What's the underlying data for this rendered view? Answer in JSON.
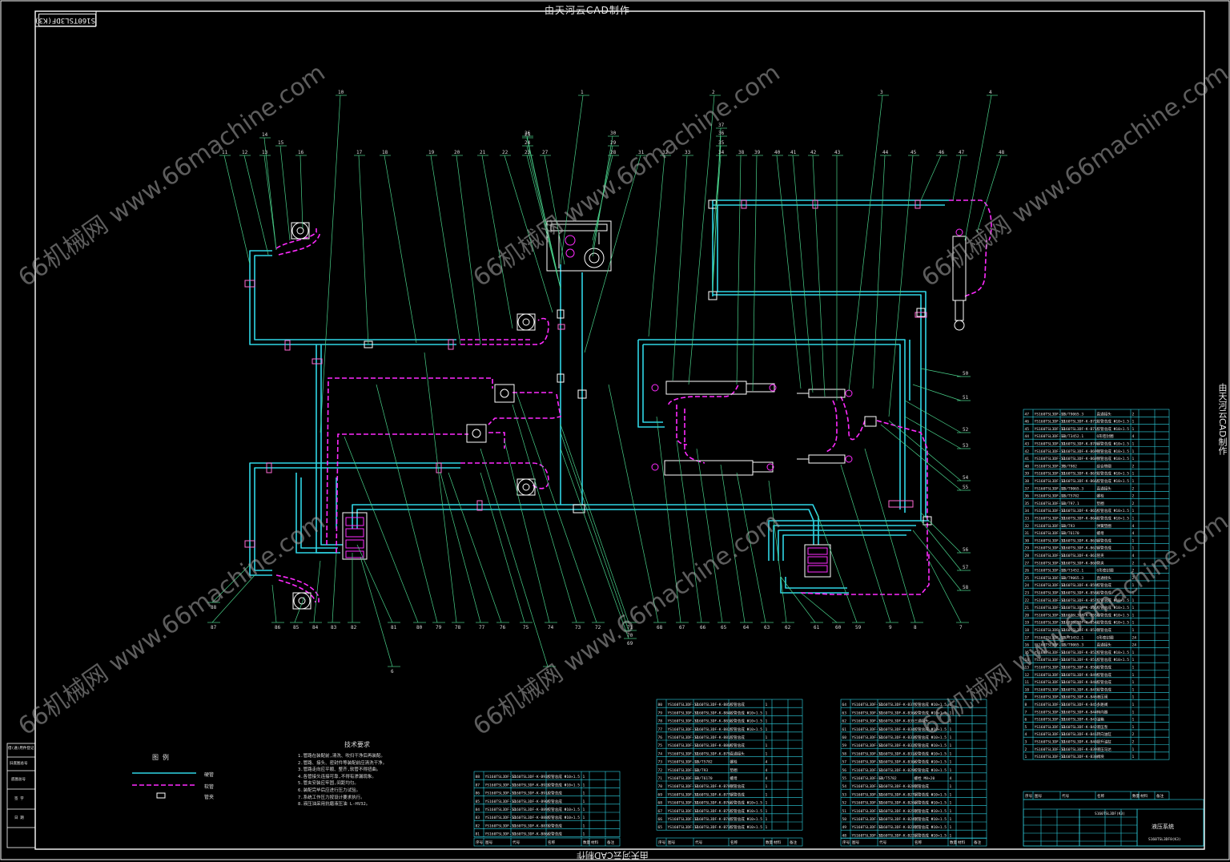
{
  "header": {
    "title_top": "由天河云CAD制作",
    "title_bottom": "由天河云CAD制作",
    "title_side": "由天河云CAD制作",
    "drawing_code_rotated": "S160TSL3DF(K3)"
  },
  "watermarks": [
    "66机械网 www.66machine.com",
    "66机械网 www.66machine.com",
    "66机械网 www.66machine.com",
    "66机械网 www.66machine.com",
    "66机械网 www.66machine.com",
    "66机械网 www.66machine.com"
  ],
  "callouts_top": [
    "10",
    "11",
    "12",
    "13",
    "14",
    "15",
    "16",
    "17",
    "18",
    "19",
    "20",
    "21",
    "22",
    "23",
    "24",
    "25",
    "26",
    "27",
    "1",
    "28",
    "29",
    "30",
    "31",
    "32",
    "33",
    "2",
    "34",
    "35",
    "36",
    "37",
    "38",
    "39",
    "40",
    "41",
    "42",
    "43",
    "3",
    "44",
    "45",
    "46",
    "47",
    "48",
    "4"
  ],
  "callouts_bottom": [
    "88",
    "87",
    "86",
    "85",
    "84",
    "83",
    "82",
    "81",
    "80",
    "79",
    "78",
    "77",
    "76",
    "75",
    "74",
    "73",
    "72",
    "71",
    "70",
    "69",
    "68",
    "67",
    "66",
    "65",
    "64",
    "63",
    "62",
    "61",
    "60",
    "59",
    "9",
    "8",
    "7",
    "6",
    "5"
  ],
  "callouts_right": [
    "50",
    "51",
    "52",
    "53",
    "54",
    "55",
    "56",
    "57",
    "58"
  ],
  "legend": {
    "title": "图 例",
    "items": [
      "硬管",
      "软管",
      "管夹"
    ]
  },
  "technical_requirements": {
    "title": "技术要求",
    "lines": [
      "1.管路在装配前,清洗、吹扫干净后再装配。",
      "2.管路、接头、密封件等装配前应清洗干净。",
      "3.管路走向应平顺、整齐,软管不得扭曲。",
      "4.各管接头连接可靠,不得有渗漏现象。",
      "5.管夹安装应牢固,间距均匀。",
      "6.装配完毕后应进行压力试验。",
      "7.系统工作压力按设计要求执行。",
      "8.液压油采用抗磨液压油 L-HV32。"
    ]
  },
  "title_block": {
    "drawing_name": "液压系统",
    "drawing_no": "S160TSL3DF(K3)",
    "company": "S160TSL3DF8(K3)"
  },
  "parts_table_headers": [
    "序号",
    "图号",
    "代号",
    "名称",
    "数量",
    "材料",
    "备注"
  ],
  "parts_right_table": [
    [
      "47",
      "YS160TSL3DF-11",
      "GB/T9065.3",
      "直通接头",
      "2"
    ],
    [
      "46",
      "YS160TSL3DF-11",
      "S160TSL3DF-K-B72",
      "胶管总成 Φ10×1.5",
      "1"
    ],
    [
      "45",
      "YS160TSL3DF-11",
      "S160TSL3DF-K-B71",
      "胶管总成 Φ10×1.5",
      "1"
    ],
    [
      "44",
      "YS160TSL3DF-11",
      "GB/T3452.1",
      "O形密封圈",
      "4"
    ],
    [
      "43",
      "YS160TSL3DF-11",
      "S160TSL3DF-K-B70",
      "钢管总成 Φ10×1.5",
      "1"
    ],
    [
      "42",
      "YS160TSL3DF-11",
      "S160TSL3DF-K-B69",
      "钢管总成 Φ10×1.5",
      "1"
    ],
    [
      "41",
      "YS160TSL3DF-11",
      "S160TSL3DF-K-B68",
      "钢管总成 Φ10×1.5",
      "1"
    ],
    [
      "40",
      "YS160TSL3DF-11",
      "JB/T982",
      "组合垫圈",
      "2"
    ],
    [
      "39",
      "YS160TSL3DF-11",
      "S160TSL3DF-K-B67",
      "胶管总成 Φ10×1.5",
      "1"
    ],
    [
      "38",
      "YS160TSL3DF-11",
      "S160TSL3DF-K-B66",
      "胶管总成 Φ10×1.5",
      "1"
    ],
    [
      "37",
      "YS160TSL3DF-11",
      "GB/T9065.3",
      "直通接头",
      "2"
    ],
    [
      "36",
      "YS160TSL3DF-11",
      "GB/T5782",
      "螺栓",
      "2"
    ],
    [
      "35",
      "YS160TSL3DF-11",
      "GB/T97.1",
      "垫圈",
      "2"
    ],
    [
      "34",
      "YS160TSL3DF-11",
      "S160TSL3DF-K-B65",
      "胶管总成 Φ10×1.5",
      "1"
    ],
    [
      "33",
      "YS160TSL3DF-11",
      "S160TSL3DF-K-B64",
      "胶管总成 Φ10×1.5",
      "1"
    ],
    [
      "32",
      "YS160TSL3DF-11",
      "GB/T93",
      "弹簧垫圈",
      "4"
    ],
    [
      "31",
      "YS160TSL3DF-11",
      "GB/T6170",
      "螺母",
      "4"
    ],
    [
      "30",
      "YS160TSL3DF-11",
      "S160TSL3DF-K-B63",
      "钢管总成",
      "1"
    ],
    [
      "29",
      "YS160TSL3DF-11",
      "S160TSL3DF-K-B62",
      "钢管总成",
      "1"
    ],
    [
      "28",
      "YS160TSL3DF-11",
      "S160TSL3DF-K-B61",
      "管夹",
      "4"
    ],
    [
      "27",
      "YS160TSL3DF-11",
      "S160TSL3DF-K-B60",
      "管夹",
      "2"
    ],
    [
      "26",
      "YS160TSL3DF-11",
      "GB/T3452.1",
      "O形密封圈",
      "2"
    ],
    [
      "25",
      "YS160TSL3DF-11",
      "GB/T9065.3",
      "直通接头",
      "2"
    ],
    [
      "24",
      "YS160TSL3DF-11",
      "S160TSL3DF-K-B59",
      "胶管总成",
      "1"
    ],
    [
      "23",
      "YS160TSL3DF-11",
      "S160TSL3DF-K-B58",
      "胶管总成",
      "1"
    ],
    [
      "22",
      "YS160TSL3DF-11",
      "S160TSL3DF-K-B57",
      "胶管总成 Φ10×1.5",
      "1"
    ],
    [
      "21",
      "YS160TSL3DF-11",
      "S160TSL3DF-K-B56",
      "胶管总成 Φ10×1.5",
      "1"
    ],
    [
      "20",
      "YS160TSL3DF-11",
      "S160TSL3DF-K-B55",
      "胶管总成 Φ10×1.5",
      "1"
    ],
    [
      "19",
      "YS160TSL3DF-11",
      "S160TSL3DF-K-B54",
      "胶管总成 Φ10×1.5",
      "1"
    ],
    [
      "18",
      "YS160TSL3DF-11",
      "S160TSL3DF-K-B53",
      "钢管总成",
      "1"
    ],
    [
      "17",
      "YS160TSL3DF-11",
      "GB/T3452.1",
      "O形密封圈",
      "24"
    ],
    [
      "16",
      "YS160TSL3DF-11",
      "GB/T9065.3",
      "直通接头",
      "24"
    ],
    [
      "15",
      "YS160TSL3DF-11",
      "S160TSL3DF-K-B52",
      "胶管总成 Φ10×1.5",
      "1"
    ],
    [
      "14",
      "YS160TSL3DF-11",
      "S160TSL3DF-K-B51",
      "胶管总成 Φ10×1.5",
      "1"
    ],
    [
      "13",
      "YS160TSL3DF-11",
      "S160TSL3DF-K-B50",
      "胶管总成",
      "1"
    ],
    [
      "12",
      "YS160TSL3DF-11",
      "S160TSL3DF-K-B49",
      "胶管总成",
      "1"
    ],
    [
      "11",
      "YS160TSL3DF-11",
      "S160TSL3DF-K-B48",
      "胶管总成",
      "1"
    ],
    [
      "10",
      "YS160TSL3DF-11",
      "S160TSL3DF-K-B47",
      "胶管总成",
      "1"
    ],
    [
      "9",
      "YS160TSL3DF-11",
      "S160TSL3DF-K-B46",
      "液压阀",
      "1"
    ],
    [
      "8",
      "YS160TSL3DF-11",
      "S160TSL3DF-K-B45",
      "多路阀",
      "1"
    ],
    [
      "7",
      "YS160TSL3DF-11",
      "S160TSL3DF-K-B44",
      "转向器",
      "1"
    ],
    [
      "6",
      "YS160TSL3DF-11",
      "S160TSL3DF-K-B43",
      "油箱",
      "1"
    ],
    [
      "5",
      "YS160TSL3DF-11",
      "S160TSL3DF-K-B42",
      "液压泵",
      "1"
    ],
    [
      "4",
      "YS160TSL3DF-11",
      "S160TSL3DF-K-B41",
      "转向油缸",
      "2"
    ],
    [
      "3",
      "YS160TSL3DF-11",
      "S160TSL3DF-K-B40",
      "提升油缸",
      "2"
    ],
    [
      "2",
      "YS160TSL3DF-11",
      "S160TSL3DF-K-B39",
      "液压马达",
      "1"
    ],
    [
      "1",
      "YS160TSL3DF-11",
      "S160TSL3DF-K-B38",
      "阀块",
      "1"
    ]
  ],
  "parts_mid_left": [
    [
      "80",
      "YS160TSL3DF-11",
      "S160TSL3DF-K-B85",
      "胶管总成",
      "1"
    ],
    [
      "79",
      "YS160TSL3DF-11",
      "S160TSL3DF-K-B84",
      "胶管总成 Φ10×1.5",
      "1"
    ],
    [
      "78",
      "YS160TSL3DF-11",
      "S160TSL3DF-K-B83",
      "胶管总成 Φ10×1.5",
      "1"
    ],
    [
      "77",
      "YS160TSL3DF-11",
      "S160TSL3DF-K-B82",
      "胶管总成 Φ10×1.5",
      "1"
    ],
    [
      "76",
      "YS160TSL3DF-11",
      "S160TSL3DF-K-B81",
      "胶管总成",
      "1"
    ],
    [
      "75",
      "YS160TSL3DF-11",
      "S160TSL3DF-K-B80",
      "胶管总成",
      "1"
    ],
    [
      "74",
      "YS160TSL3DF-11",
      "S160TSL3DF-K-B79",
      "直通接头",
      "1"
    ],
    [
      "73",
      "YS160TSL3DF-11",
      "GB/T5782",
      "螺栓",
      "4"
    ],
    [
      "72",
      "YS160TSL3DF-11",
      "GB/T93",
      "垫圈",
      "4"
    ],
    [
      "71",
      "YS160TSL3DF-11",
      "GB/T6170",
      "螺母",
      "4"
    ],
    [
      "70",
      "YS160TSL3DF-11",
      "S160TSL3DF-K-B78",
      "钢管总成",
      "1"
    ],
    [
      "69",
      "YS160TSL3DF-11",
      "S160TSL3DF-K-B77",
      "钢管总成",
      "1"
    ],
    [
      "68",
      "YS160TSL3DF-11",
      "S160TSL3DF-K-B76",
      "胶管总成 Φ10×1.5",
      "1"
    ],
    [
      "67",
      "YS160TSL3DF-11",
      "S160TSL3DF-K-B75",
      "胶管总成 Φ10×1.5",
      "1"
    ],
    [
      "66",
      "YS160TSL3DF-11",
      "S160TSL3DF-K-B74",
      "胶管总成 Φ10×1.5",
      "1"
    ],
    [
      "65",
      "YS160TSL3DF-11",
      "S160TSL3DF-K-B73",
      "胶管总成 Φ10×1.5",
      "1"
    ]
  ],
  "parts_mid_right": [
    [
      "64",
      "YS160TSL3DF-11",
      "S160TSL3DF-K-B37",
      "胶管总成 Φ10×1.5",
      "1"
    ],
    [
      "63",
      "YS160TSL3DF-11",
      "S160TSL3DF-K-B36",
      "胶管总成 Φ10×1.5",
      "1"
    ],
    [
      "62",
      "YS160TSL3DF-11",
      "S160TSL3DF-K-B35",
      "三通接头",
      "1"
    ],
    [
      "61",
      "YS160TSL3DF-11",
      "S160TSL3DF-K-B34",
      "胶管总成 Φ10×1.5",
      "1"
    ],
    [
      "60",
      "YS160TSL3DF-11",
      "S160TSL3DF-K-B33",
      "胶管总成 Φ10×1.5",
      "1"
    ],
    [
      "59",
      "YS160TSL3DF-11",
      "S160TSL3DF-K-B32",
      "胶管总成 Φ10×1.5",
      "1"
    ],
    [
      "58",
      "YS160TSL3DF-11",
      "S160TSL3DF-K-B31",
      "胶管总成 Φ10×1.5",
      "1"
    ],
    [
      "57",
      "YS160TSL3DF-11",
      "S160TSL3DF-K-B30",
      "胶管总成 Φ10×1.5",
      "1"
    ],
    [
      "56",
      "YS160TSL3DF-11",
      "S160TSL3DF-K-B29",
      "胶管总成 Φ10×1.5",
      "1"
    ],
    [
      "55",
      "YS160TSL3DF-11",
      "GB/T5782",
      "螺栓 M8×20",
      "4"
    ],
    [
      "54",
      "YS160TSL3DF-11",
      "S160TSL3DF-K-B28",
      "钢管总成",
      "1"
    ],
    [
      "53",
      "YS160TSL3DF-11",
      "S160TSL3DF-K-B27",
      "钢管总成 Φ10×1.5",
      "1"
    ],
    [
      "52",
      "YS160TSL3DF-11",
      "S160TSL3DF-K-B26",
      "钢管总成 Φ10×1.5",
      "1"
    ],
    [
      "51",
      "YS160TSL3DF-11",
      "S160TSL3DF-K-B25",
      "钢管总成 Φ10×1.5",
      "1"
    ],
    [
      "50",
      "YS160TSL3DF-11",
      "S160TSL3DF-K-B24",
      "钢管总成 Φ10×1.5",
      "1"
    ],
    [
      "49",
      "YS160TSL3DF-11",
      "S160TSL3DF-K-B23",
      "钢管总成 Φ10×1.5",
      "1"
    ],
    [
      "48",
      "YS160TSL3DF-11",
      "S160TSL3DF-K-B22",
      "钢管总成 Φ10×1.5",
      "1"
    ]
  ],
  "parts_low_left": [
    [
      "88",
      "YS160TSL3DF-11",
      "S160TSL3DF-K-B93",
      "胶管总成 Φ10×1.5",
      "1"
    ],
    [
      "87",
      "YS160TSL3DF-11",
      "S160TSL3DF-K-B92",
      "胶管总成 Φ10×1.5",
      "1"
    ],
    [
      "86",
      "YS160TSL3DF-11",
      "S160TSL3DF-K-B91",
      "胶管总成",
      "1"
    ],
    [
      "85",
      "YS160TSL3DF-11",
      "S160TSL3DF-K-B90",
      "胶管总成",
      "1"
    ],
    [
      "84",
      "YS160TSL3DF-11",
      "S160TSL3DF-K-B89",
      "胶管总成 Φ10×1.5",
      "1"
    ],
    [
      "83",
      "YS160TSL3DF-11",
      "S160TSL3DF-K-B88",
      "胶管总成 Φ10×1.5",
      "1"
    ],
    [
      "82",
      "YS160TSL3DF-11",
      "S160TSL3DF-K-B87",
      "胶管总成",
      "1"
    ],
    [
      "81",
      "YS160TSL3DF-11",
      "S160TSL3DF-K-B86",
      "胶管总成",
      "1"
    ]
  ],
  "left_side_labels": [
    "借(通)用件登记",
    "旧底图总号",
    "底图总号",
    "签 字",
    "日 期"
  ]
}
